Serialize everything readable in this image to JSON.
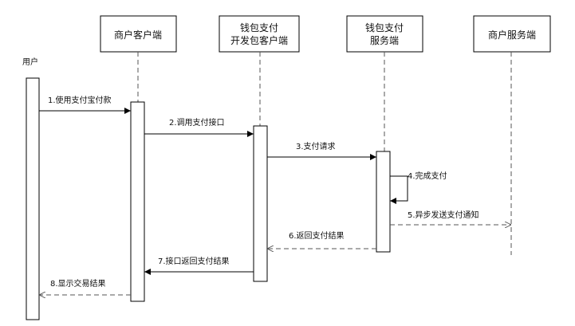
{
  "participants": {
    "user": {
      "label": "用户"
    },
    "merchant_client": {
      "line1": "商户客户端"
    },
    "wallet_sdk": {
      "line1": "钱包支付",
      "line2": "开发包客户端"
    },
    "wallet_server": {
      "line1": "钱包支付",
      "line2": "服务端"
    },
    "merchant_server": {
      "line1": "商户服务端"
    }
  },
  "messages": [
    {
      "label": "1.使用支付宝付款",
      "style": "solid"
    },
    {
      "label": "2.调用支付接口",
      "style": "solid"
    },
    {
      "label": "3.支付请求",
      "style": "solid"
    },
    {
      "label": "4.完成支付",
      "style": "solid"
    },
    {
      "label": "5.异步发送支付通知",
      "style": "dashed"
    },
    {
      "label": "6.返回支付结果",
      "style": "dashed"
    },
    {
      "label": "7.接口返回支付结果",
      "style": "solid"
    },
    {
      "label": "8.显示交易结果",
      "style": "dashed"
    }
  ],
  "colors": {
    "line": "#000000",
    "dashed": "#555555",
    "box_fill": "#ffffff",
    "box_stroke": "#000000"
  }
}
